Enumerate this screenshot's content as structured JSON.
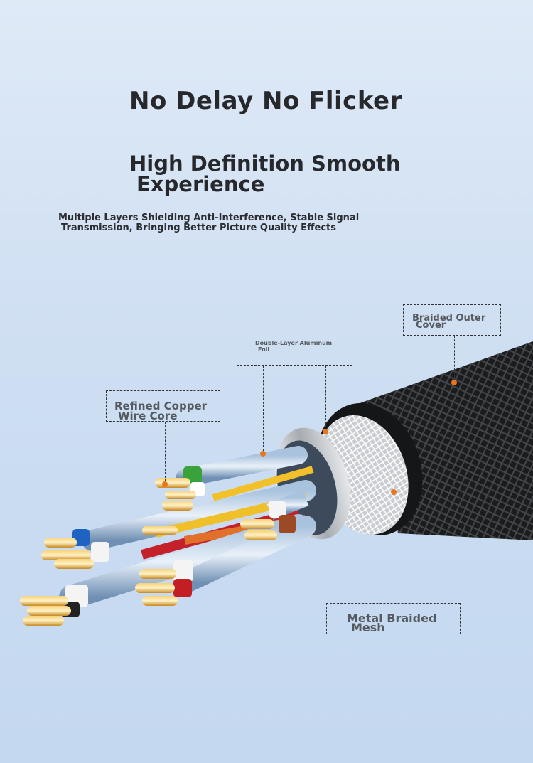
{
  "headline": {
    "line1": "No Delay No Flicker",
    "line2a": "High Definition Smooth",
    "line2b": "Experience"
  },
  "subtitle": {
    "line1": "Multiple Layers Shielding Anti-Interference, Stable Signal",
    "line2": "Transmission, Bringing Better Picture Quality Effects"
  },
  "callouts": {
    "braided_outer": {
      "l1": "Braided Outer",
      "l2": "Cover"
    },
    "aluminum_foil": {
      "l1": "Double-Layer Aluminum",
      "l2": "Foil"
    },
    "copper_core": {
      "l1": "Refined Copper",
      "l2": "Wire Core"
    },
    "metal_mesh": {
      "l1": "Metal Braided",
      "l2": "Mesh"
    }
  },
  "colors": {
    "accent_dot": "#e8761e",
    "headline": "#26282c",
    "background": "#d2e1f3"
  }
}
